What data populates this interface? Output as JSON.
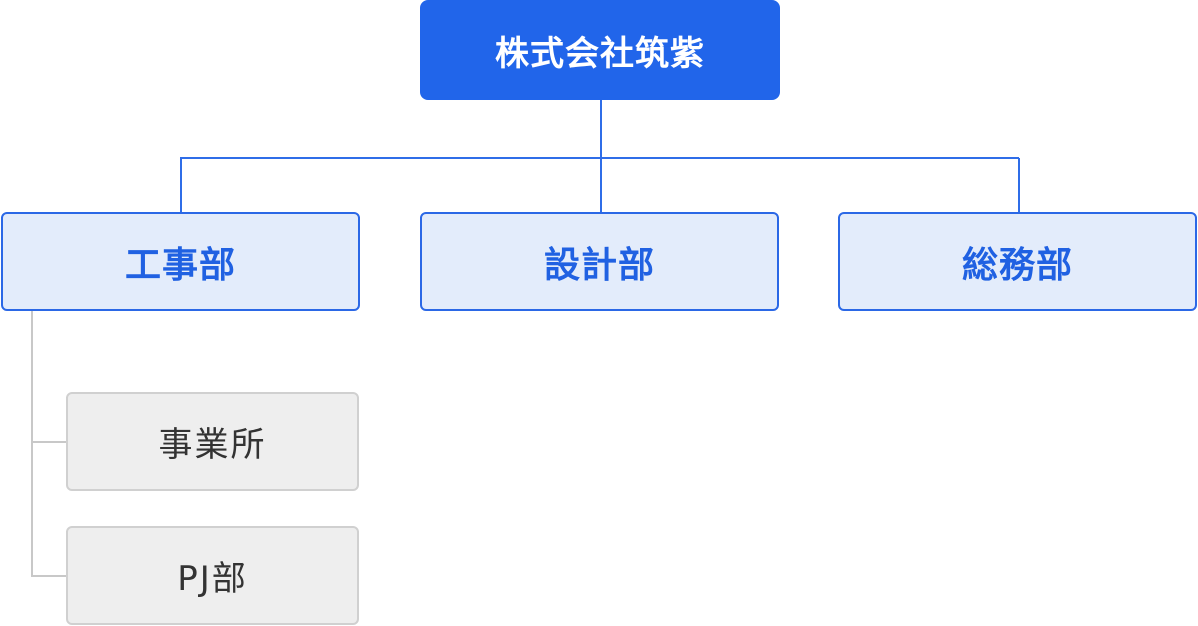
{
  "org_chart": {
    "root": {
      "label": "株式会社筑紫"
    },
    "departments": [
      {
        "label": "工事部"
      },
      {
        "label": "設計部"
      },
      {
        "label": "総務部"
      }
    ],
    "sub_units": [
      {
        "label": "事業所"
      },
      {
        "label": "PJ部"
      }
    ]
  },
  "colors": {
    "root_fill": "#2165ea",
    "root_text": "#ffffff",
    "dept_fill": "#e3ecfb",
    "dept_border": "#2b68e6",
    "dept_text": "#2061e2",
    "sub_fill": "#eeeeee",
    "sub_border": "#d0d0d0",
    "sub_text": "#333333",
    "connector_blue": "#2f6de8",
    "connector_gray": "#c8c8c8"
  }
}
